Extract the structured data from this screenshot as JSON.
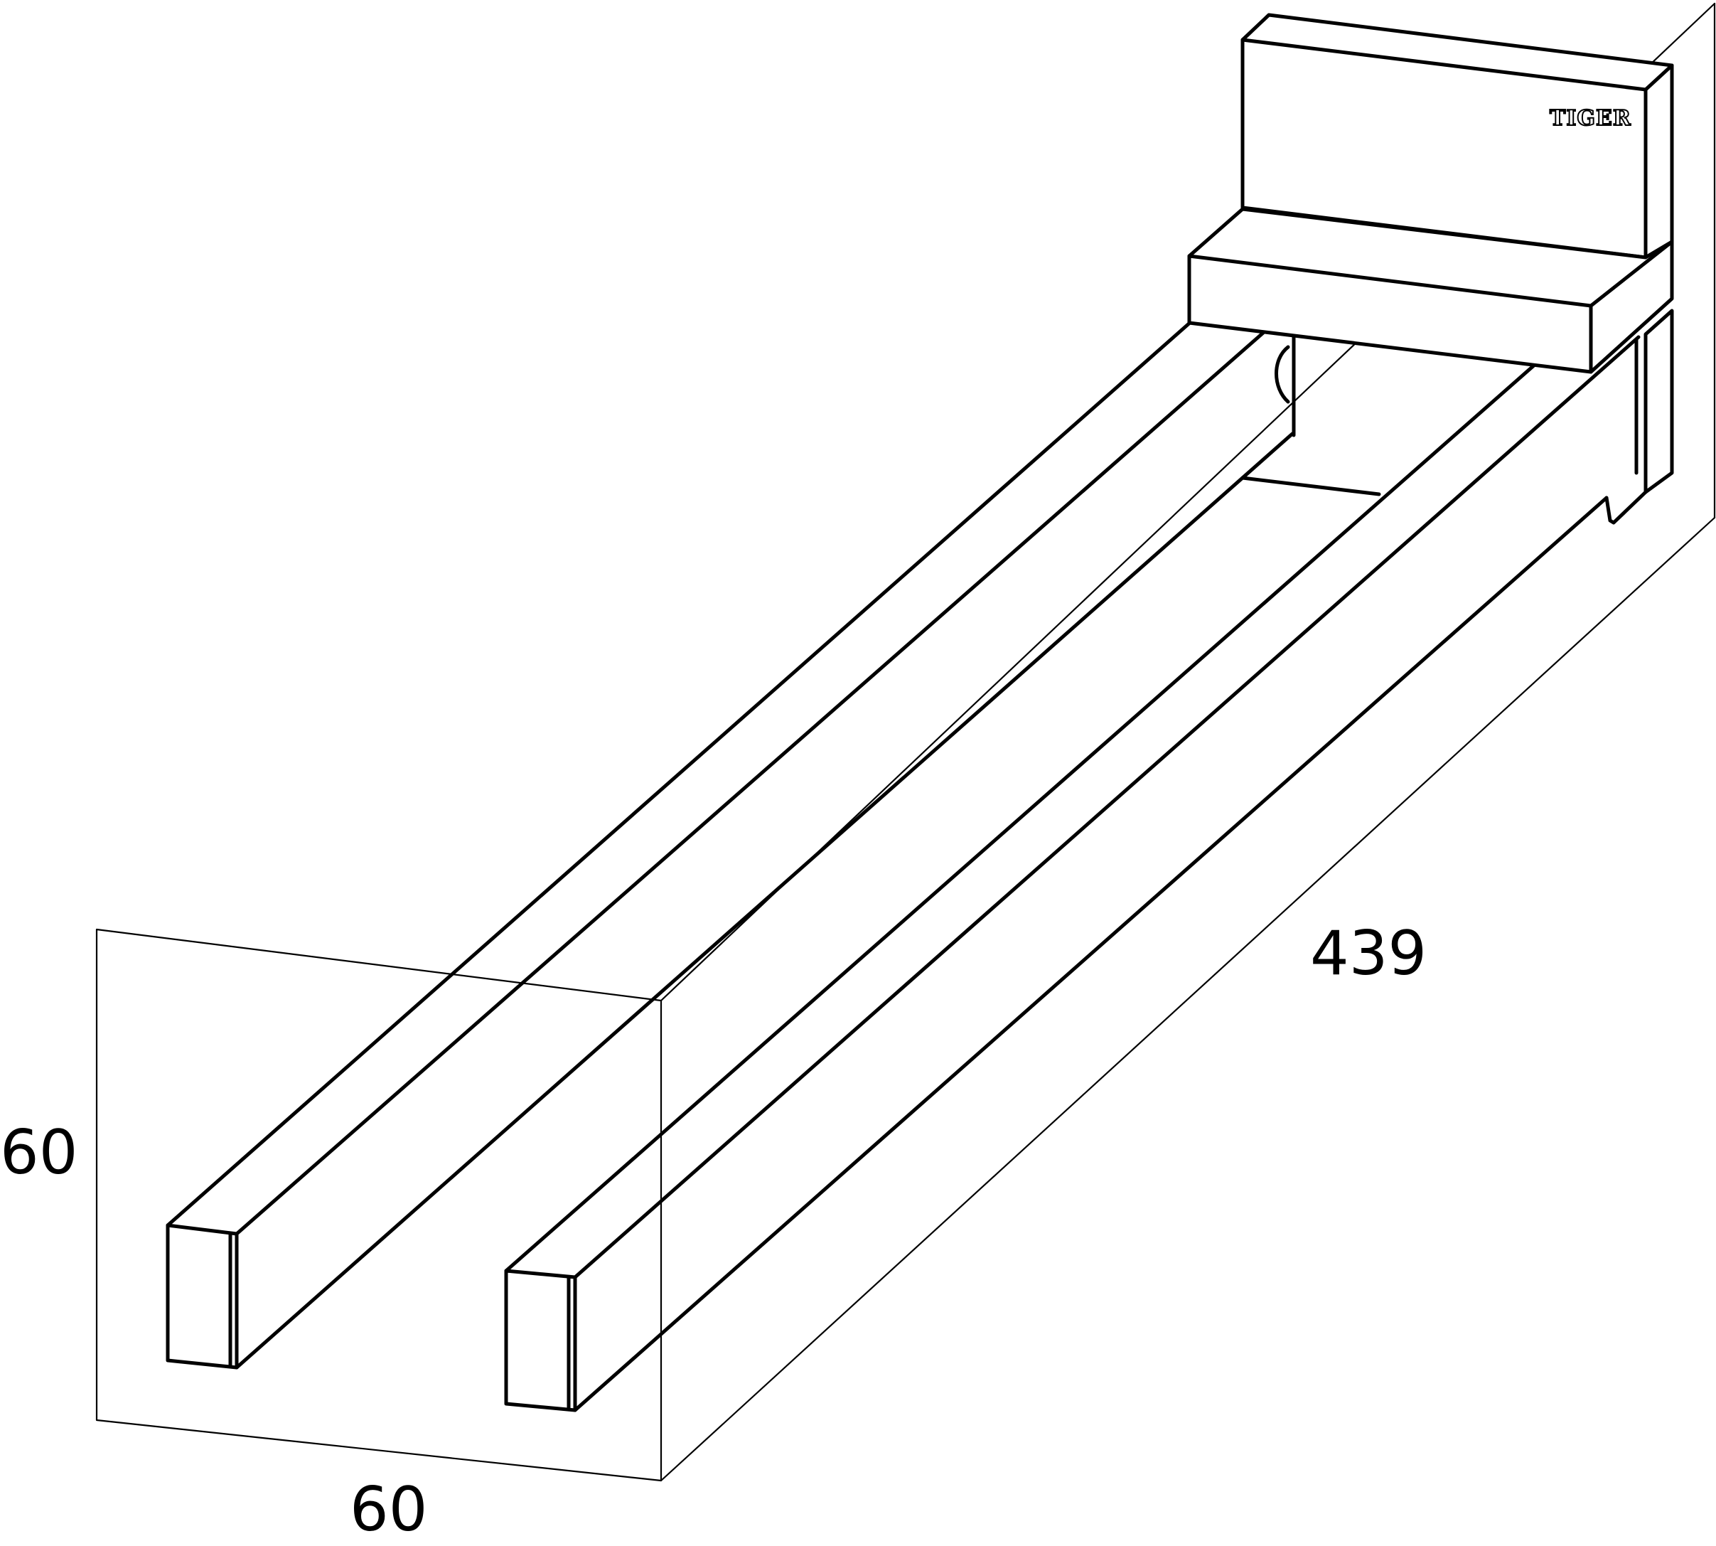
{
  "dimensions": {
    "height": "60",
    "width": "60",
    "length": "439"
  },
  "logo": {
    "text": "TIGER"
  },
  "colors": {
    "line": "#000000",
    "background": "#ffffff"
  }
}
